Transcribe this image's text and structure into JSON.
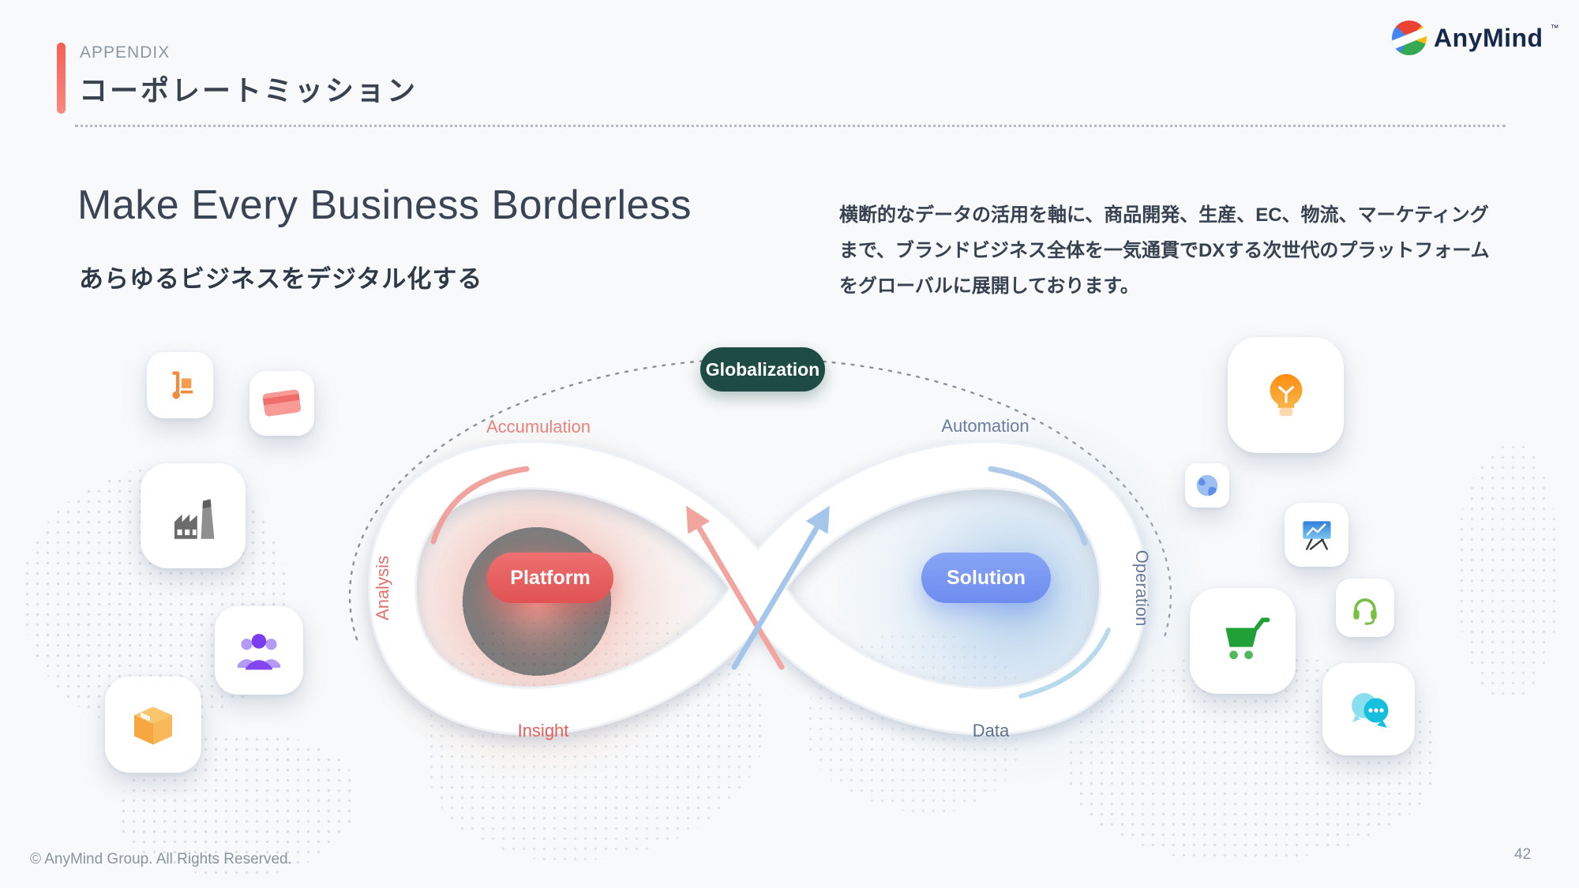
{
  "header": {
    "eyebrow": "APPENDIX",
    "title": "コーポレートミッション"
  },
  "logo": {
    "brand": "AnyMind",
    "tm": "™"
  },
  "hero": {
    "title": "Make Every Business Borderless",
    "subtitle": "あらゆるビジネスをデジタル化する",
    "description": "横断的なデータの活用を軸に、商品開発、生産、EC、物流、マーケティングまで、ブランドビジネス全体を一気通貫でDXする次世代のプラットフォームをグローバルに展開しております。"
  },
  "diagram": {
    "badge": "Globalization",
    "left_loop": {
      "pill": "Platform",
      "label_top": "Accumulation",
      "label_side": "Analysis",
      "label_bottom": "Insight"
    },
    "right_loop": {
      "pill": "Solution",
      "label_top": "Automation",
      "label_side": "Operation",
      "label_bottom": "Data"
    }
  },
  "colors": {
    "accent_red": "#f0605a",
    "platform_red": "#e15b5b",
    "solution_blue": "#7394f0",
    "globalization_green": "#1e4b43",
    "left_label": "#e2736f",
    "right_label": "#6b7b9c"
  },
  "icons": {
    "left": [
      "hand-truck-icon",
      "credit-card-icon",
      "factory-icon",
      "team-icon",
      "package-icon"
    ],
    "right": [
      "lightbulb-icon",
      "globe-icon",
      "presentation-icon",
      "headset-icon",
      "cart-icon",
      "chat-icon"
    ]
  },
  "footer": {
    "copyright": "© AnyMind Group. All Rights Reserved.",
    "page": "42"
  }
}
